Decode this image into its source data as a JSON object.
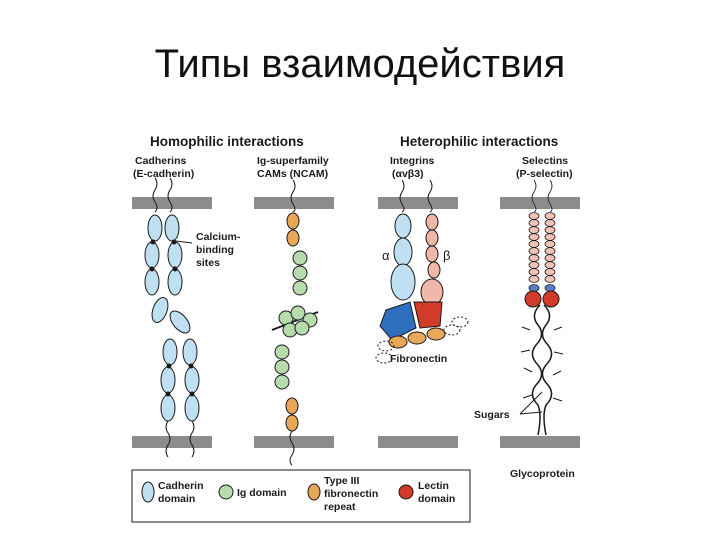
{
  "slide_title": "Типы взаимодействия",
  "headers": {
    "homophilic": "Homophilic interactions",
    "heterophilic": "Heterophilic interactions"
  },
  "columns": {
    "cadherins": {
      "line1": "Cadherins",
      "line2": "(E-cadherin)"
    },
    "ig": {
      "line1": "Ig-superfamily",
      "line2": "CAMs (NCAM)"
    },
    "integrins": {
      "line1": "Integrins",
      "line2": "(αvβ3)"
    },
    "selectins": {
      "line1": "Selectins",
      "line2": "(P-selectin)"
    }
  },
  "annotations": {
    "calcium_1": "Calcium-",
    "calcium_2": "binding",
    "calcium_3": "sites",
    "alpha": "α",
    "beta": "β",
    "fibronectin": "Fibronectin",
    "sugars": "Sugars",
    "glycoprotein": "Glycoprotein"
  },
  "legend": {
    "cadherin_1": "Cadherin",
    "cadherin_2": "domain",
    "ig": "Ig domain",
    "fn_1": "Type III",
    "fn_2": "fibronectin",
    "fn_3": "repeat",
    "lectin_1": "Lectin",
    "lectin_2": "domain"
  },
  "colors": {
    "membrane": "#8c8c8c",
    "cadherin_fill": "#bfe0f2",
    "ig_fill": "#b6dcae",
    "fibronectin_fill": "#e8a85a",
    "lectin_fill": "#d23a2a",
    "integrin_alpha_fill": "#bfe0f2",
    "integrin_beta_fill": "#f0b8a8",
    "integrin_alpha_head": "#2f6fbf",
    "integrin_beta_head": "#d23a2a",
    "selectin_bead": "#f2c2b4",
    "selectin_blue_bead": "#5b7fc8"
  }
}
